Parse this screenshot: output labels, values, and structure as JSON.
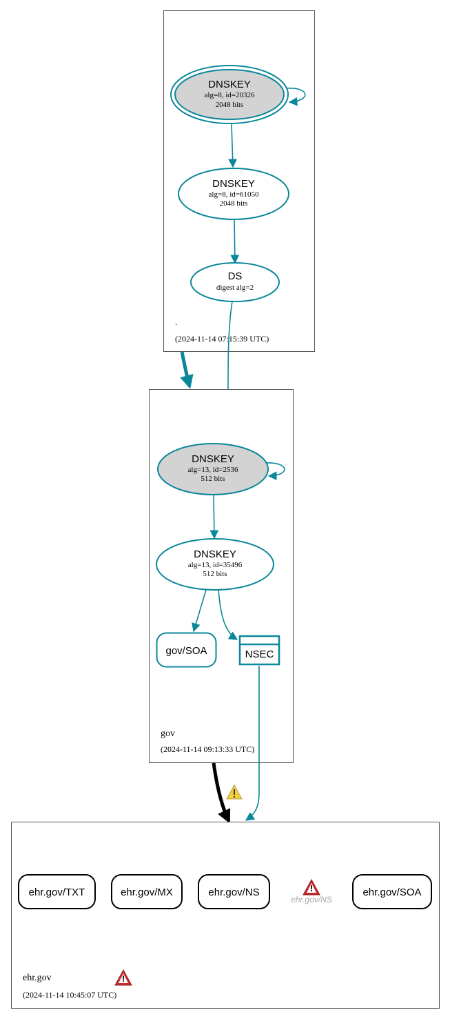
{
  "zones": {
    "root": {
      "name": ".",
      "timestamp": "(2024-11-14 07:15:39 UTC)"
    },
    "gov": {
      "name": "gov",
      "timestamp": "(2024-11-14 09:13:33 UTC)"
    },
    "ehr": {
      "name": "ehr.gov",
      "timestamp": "(2024-11-14 10:45:07 UTC)"
    }
  },
  "nodes": {
    "root_ksk": {
      "title": "DNSKEY",
      "line1": "alg=8, id=20326",
      "line2": "2048 bits"
    },
    "root_zsk": {
      "title": "DNSKEY",
      "line1": "alg=8, id=61050",
      "line2": "2048 bits"
    },
    "root_ds": {
      "title": "DS",
      "line1": "digest alg=2"
    },
    "gov_ksk": {
      "title": "DNSKEY",
      "line1": "alg=13, id=2536",
      "line2": "512 bits"
    },
    "gov_zsk": {
      "title": "DNSKEY",
      "line1": "alg=13, id=35496",
      "line2": "512 bits"
    },
    "gov_soa": {
      "label": "gov/SOA"
    },
    "gov_nsec": {
      "label": "NSEC"
    },
    "ehr_txt": {
      "label": "ehr.gov/TXT"
    },
    "ehr_mx": {
      "label": "ehr.gov/MX"
    },
    "ehr_ns": {
      "label": "ehr.gov/NS"
    },
    "ehr_ns_ghost": {
      "label": "ehr.gov/NS"
    },
    "ehr_soa": {
      "label": "ehr.gov/SOA"
    }
  },
  "colors": {
    "secure": "#0a879a",
    "insecure": "#000000",
    "ksk_fill": "#d3d3d3",
    "ghost_text": "#a9a9a9",
    "warning": "#f4d03f",
    "error": "#cc2b2b"
  },
  "icons": {
    "delegation_warning": "warning-triangle-icon",
    "ns_error": "error-triangle-icon",
    "zone_error": "error-triangle-icon"
  }
}
